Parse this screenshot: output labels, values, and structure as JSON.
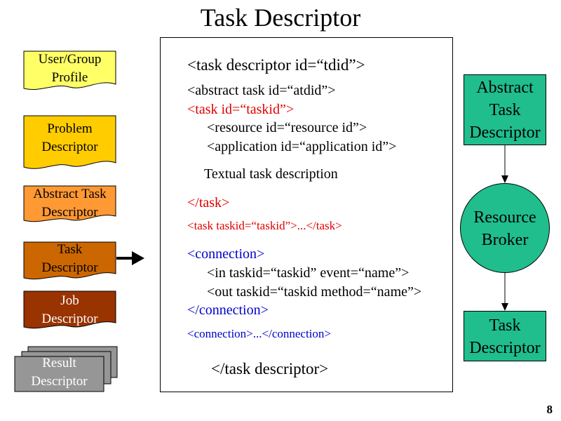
{
  "title": "Task Descriptor",
  "legend": {
    "items": [
      {
        "label": "User/Group Profile",
        "color": "#ffff66"
      },
      {
        "label": "Problem Descriptor",
        "color": "#ffcc00"
      },
      {
        "label": "Abstract Task Descriptor",
        "color": "#ff9933"
      },
      {
        "label": "Task Descriptor",
        "color": "#cc6600"
      },
      {
        "label": "Job Descriptor",
        "color": "#993300"
      },
      {
        "label": "Result Descriptor",
        "color": "#969696"
      }
    ]
  },
  "code": {
    "line1": "<task descriptor id=“tdid”>",
    "line2": "<abstract task id=“atdid”>",
    "line3": "<task id=“taskid”>",
    "line4": "<resource id=“resource id”>",
    "line5": "<application id=“application id”>",
    "line6": "Textual task description",
    "line7": "</task>",
    "line8": "<task taskid=“taskid”>...</task>",
    "line9": "<connection>",
    "line10": "<in taskid=“taskid” event=“name”>",
    "line11": "<out taskid=“taskid method=“name”>",
    "line12": "</connection>",
    "line13": "<connection>...</connection>",
    "line14": "</task descriptor>"
  },
  "flow": {
    "box1": {
      "line1": "Abstract",
      "line2": "Task",
      "line3": "Descriptor"
    },
    "circle": {
      "line1": "Resource",
      "line2": "Broker"
    },
    "box2": {
      "line1": "Task",
      "line2": "Descriptor"
    },
    "color": "#1fbe8c"
  },
  "page_number": "8"
}
